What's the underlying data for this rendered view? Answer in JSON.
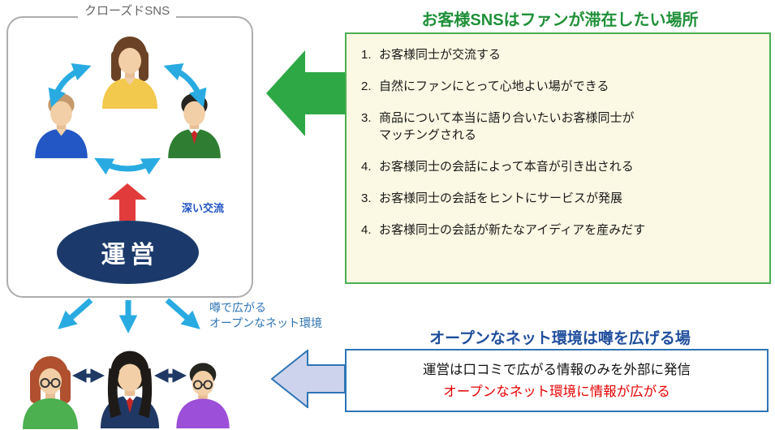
{
  "colors": {
    "blue_arrow": "#29ABE2",
    "dark_arrow_navy": "#1F3864",
    "red_arrow": "#E23B3B",
    "management_ellipse_navy": "#1B3A6B",
    "green_arrow": "#2EA845",
    "fan_box_bg_ivory": "#FBF8E3",
    "fan_box_border_green": "#4CAF50",
    "fan_title_green": "#1F9038",
    "open_title_blue": "#1F4E9C",
    "open_box_border_blue": "#2E75B6",
    "open_line2_red": "#E60000",
    "lavender_arrow_fill": "#CDD3EC"
  },
  "closed_sns": {
    "box_label": "クローズドSNS",
    "deep_interaction_label": "深い交流",
    "management_label": "運営"
  },
  "spread": {
    "line1": "噂で広がる",
    "line2": "オープンなネット環境"
  },
  "fan_section": {
    "title": "お客様SNSはファンが滞在したい場所",
    "items": [
      {
        "num": "1.",
        "text": "お客様同士が交流する"
      },
      {
        "num": "2.",
        "text": "自然にファンにとって心地よい場ができる"
      },
      {
        "num": "3.",
        "text": "商品について本当に語り合いたいお客様同士が\nマッチングされる"
      },
      {
        "num": "4.",
        "text": "お客様同士の会話によって本音が引き出される"
      },
      {
        "num": "3.",
        "text": "お客様同士の会話をヒントにサービスが発展"
      },
      {
        "num": "4.",
        "text": "お客様同士の会話が新たなアイディアを産みだす"
      }
    ]
  },
  "open_section": {
    "title": "オープンなネット環境は噂を広げる場",
    "line1": "運営は口コミで広がる情報のみを外部に発信",
    "line2": "オープンなネット環境に情報が広がる"
  }
}
